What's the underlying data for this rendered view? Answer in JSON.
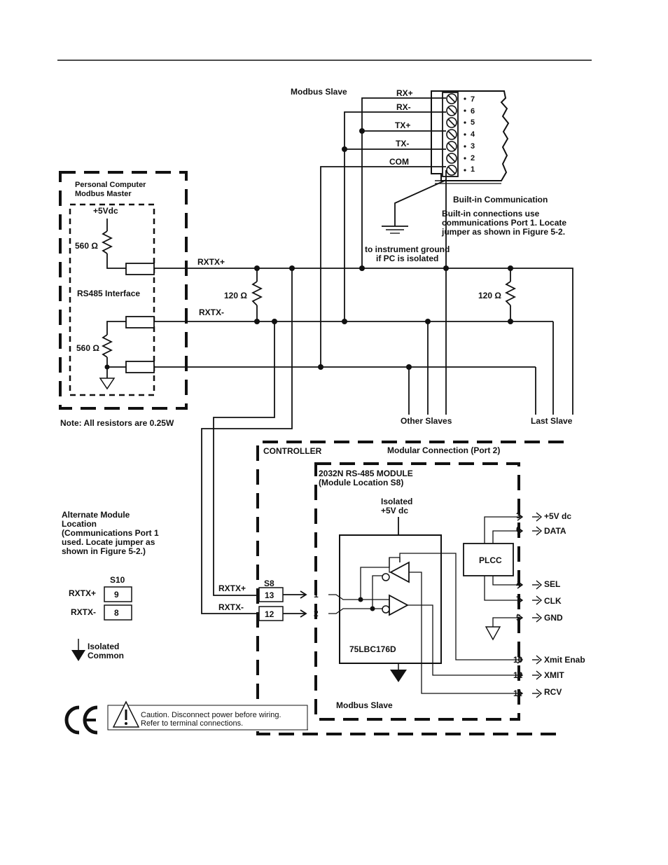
{
  "slave_top": {
    "title": "Modbus Slave",
    "signals": [
      "RX+",
      "RX-",
      "TX+",
      "TX-",
      "COM"
    ],
    "terminal_numbers": [
      "7",
      "6",
      "5",
      "4",
      "3",
      "2",
      "1"
    ],
    "caption": "Built-in Communication",
    "note_lines": [
      "Built-in connections use",
      "communications Port 1. Locate",
      "jumper as shown in Figure 5-2."
    ],
    "ground_lines": [
      "to instrument ground",
      "if PC is isolated"
    ]
  },
  "pc": {
    "title_lines": [
      "Personal Computer",
      "Modbus Master"
    ],
    "supply": "+5Vdc",
    "r_top": "560 Ω",
    "r_bottom": "560 Ω",
    "interface": "RS485 Interface"
  },
  "bus": {
    "rxtx_plus": "RXTX+",
    "rxtx_minus": "RXTX-",
    "term_left": "120 Ω",
    "term_right": "120 Ω",
    "other_slaves": "Other Slaves",
    "last_slave": "Last Slave",
    "note": "Note: All resistors are 0.25W"
  },
  "alternate": {
    "title_lines": [
      "Alternate Module",
      "Location",
      "(Communications Port 1",
      "used. Locate jumper as",
      "shown in Figure 5-2.)"
    ],
    "header": "S10",
    "rows": [
      {
        "label": "RXTX+",
        "pin": "9"
      },
      {
        "label": "RXTX-",
        "pin": "8"
      }
    ],
    "common_lines": [
      "Isolated",
      "Common"
    ]
  },
  "controller": {
    "title": "CONTROLLER",
    "port": "Modular Connection (Port 2)",
    "module_lines": [
      "2032N RS-485 MODULE",
      "(Module Location S8)"
    ],
    "isolated_lines": [
      "Isolated",
      "+5V dc"
    ],
    "chip": "75LBC176D",
    "plcc": "PLCC",
    "slave": "Modbus Slave",
    "s8_header": "S8",
    "s8_rows": [
      {
        "label": "RXTX+",
        "pin": "13",
        "num": "1"
      },
      {
        "label": "RXTX-",
        "pin": "12",
        "num": "2"
      }
    ],
    "outputs": [
      {
        "num": "3",
        "label": "+5V dc"
      },
      {
        "num": "6",
        "label": "DATA"
      },
      {
        "num": "4",
        "label": "SEL"
      },
      {
        "num": "7",
        "label": "CLK"
      },
      {
        "num": "5",
        "label": "GND"
      },
      {
        "num": "10",
        "label": "Xmit Enab"
      },
      {
        "num": "12",
        "label": "XMIT"
      },
      {
        "num": "11",
        "label": "RCV"
      }
    ]
  },
  "caution": {
    "mark": "CE",
    "lines": [
      "Caution. Disconnect power before wiring.",
      "Refer to terminal connections."
    ]
  }
}
